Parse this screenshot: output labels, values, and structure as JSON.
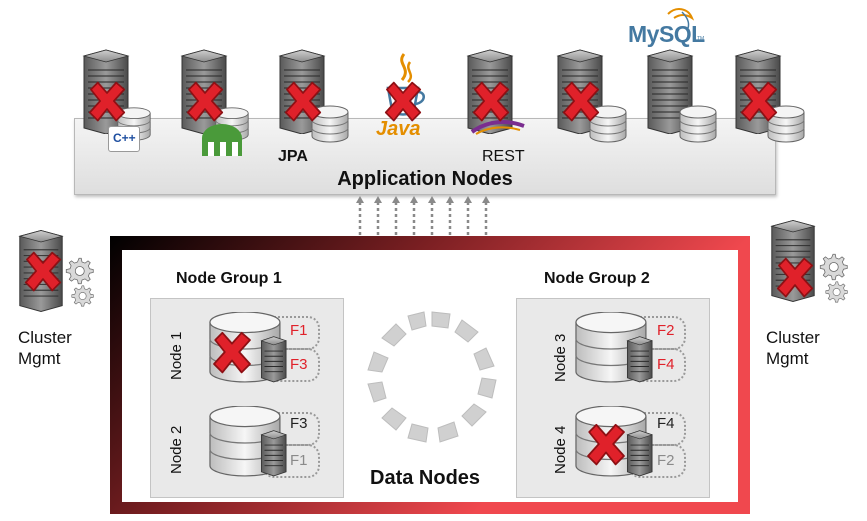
{
  "brand": {
    "mysql_logo": "MySQL",
    "mysql_tm": "TM"
  },
  "application": {
    "title": "Application Nodes",
    "servers": [
      {
        "name": "cpp-api-server",
        "badge": "C++",
        "label": "",
        "failed": true
      },
      {
        "name": "nodejs-api-server",
        "badge": "node",
        "label": "",
        "failed": true
      },
      {
        "name": "jpa-api-server",
        "badge": "db",
        "label": "JPA",
        "failed": true
      },
      {
        "name": "java-api-server",
        "badge": "java",
        "label": "",
        "failed": true
      },
      {
        "name": "rest-api-server",
        "badge": "rest",
        "label": "REST",
        "failed": true
      },
      {
        "name": "mysql-server-1",
        "badge": "db",
        "label": "",
        "failed": true
      },
      {
        "name": "mysql-server-2",
        "badge": "db",
        "label": "",
        "failed": false
      },
      {
        "name": "mysql-server-3",
        "badge": "db",
        "label": "",
        "failed": true
      }
    ],
    "java_badge_text": "Java",
    "cpp_badge_text": "C++"
  },
  "management": {
    "left": {
      "line1": "Cluster",
      "line2": "Mgmt",
      "failed": true
    },
    "right": {
      "line1": "Cluster",
      "line2": "Mgmt",
      "failed": true
    }
  },
  "data_nodes": {
    "title": "Data Nodes",
    "groups": [
      {
        "title": "Node Group 1",
        "nodes": [
          {
            "label": "Node 1",
            "failed": true,
            "fragments": [
              {
                "text": "F1",
                "color": "#e0212a"
              },
              {
                "text": "F3",
                "color": "#e0212a"
              }
            ]
          },
          {
            "label": "Node 2",
            "failed": false,
            "fragments": [
              {
                "text": "F3",
                "color": "#222222"
              },
              {
                "text": "F1",
                "color": "#8a8a8a"
              }
            ]
          }
        ]
      },
      {
        "title": "Node Group 2",
        "nodes": [
          {
            "label": "Node 3",
            "failed": false,
            "fragments": [
              {
                "text": "F2",
                "color": "#e0212a"
              },
              {
                "text": "F4",
                "color": "#e0212a"
              }
            ]
          },
          {
            "label": "Node 4",
            "failed": true,
            "fragments": [
              {
                "text": "F4",
                "color": "#222222"
              },
              {
                "text": "F2",
                "color": "#8a8a8a"
              }
            ]
          }
        ]
      }
    ]
  },
  "colors": {
    "fail_red": "#e0212a",
    "frame_red": "#f0484e",
    "mysql_blue": "#4479a1",
    "mysql_orange": "#e48e00",
    "panel_gray": "#eeeeee"
  }
}
